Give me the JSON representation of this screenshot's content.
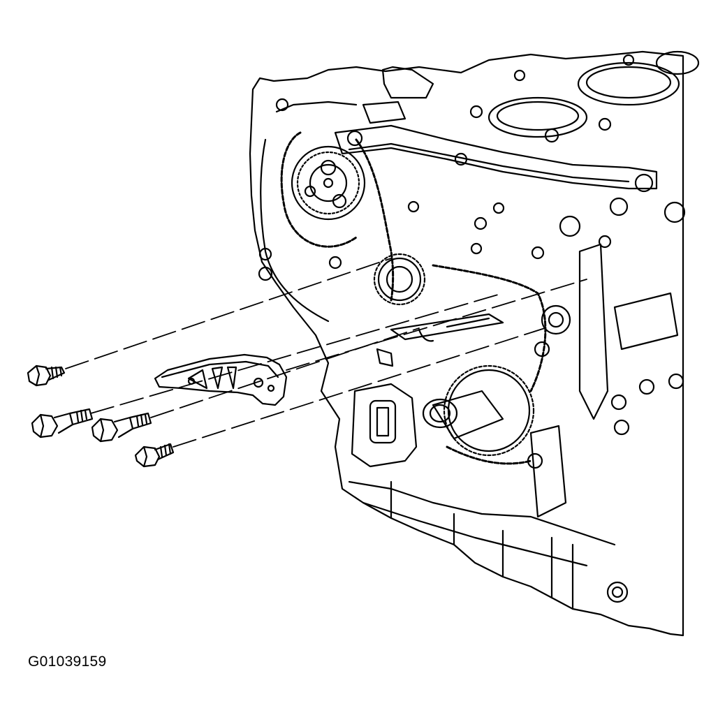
{
  "figure": {
    "id_label": "G01039159",
    "line_color": "#000000",
    "background": "#ffffff"
  },
  "parts": [
    {
      "name": "engine-block"
    },
    {
      "name": "timing-chain-guide"
    },
    {
      "name": "bolt-1"
    },
    {
      "name": "bolt-2"
    },
    {
      "name": "bolt-3"
    },
    {
      "name": "bolt-4"
    }
  ]
}
